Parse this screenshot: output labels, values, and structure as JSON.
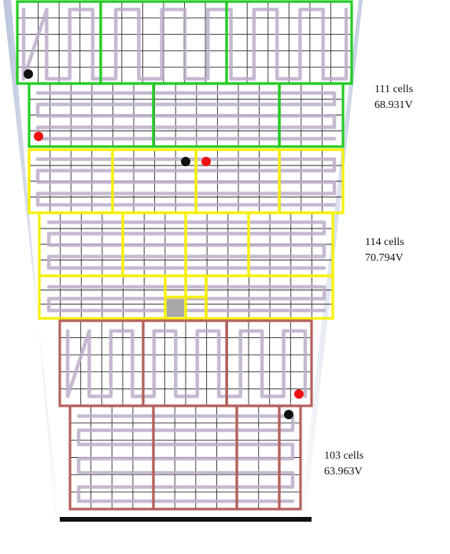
{
  "colors": {
    "green": "#22cc22",
    "yellow": "#f5f000",
    "brown": "#b4615c",
    "grid": "#2a2a2a",
    "wiring": "#bcadc9",
    "red_marker": "#ee1111",
    "black_marker": "#111111",
    "hull_shading": "#c9d2e6"
  },
  "sections": [
    {
      "name": "green",
      "cells_label": "111 cells",
      "voltage_label": "68.931V"
    },
    {
      "name": "yellow",
      "cells_label": "114 cells",
      "voltage_label": "70.794V"
    },
    {
      "name": "brown",
      "cells_label": "103 cells",
      "voltage_label": "63.963V"
    }
  ]
}
